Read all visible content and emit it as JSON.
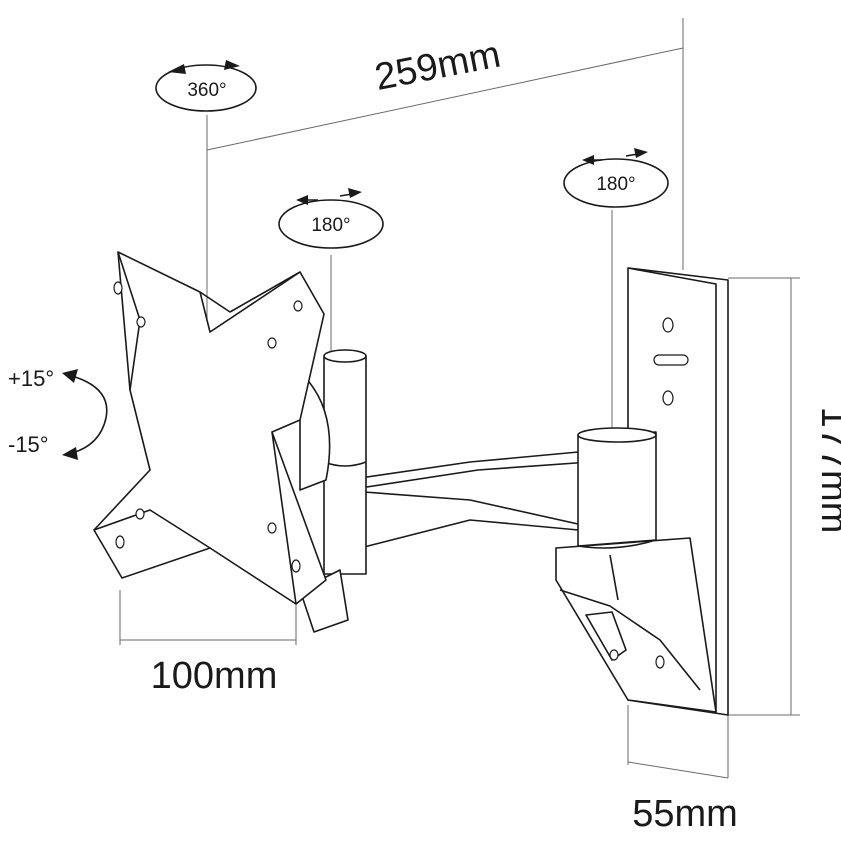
{
  "dimensions": {
    "depth": "259mm",
    "height": "177mm",
    "vesa": "100mm",
    "wall_plate": "55mm"
  },
  "rotations": {
    "plate_rotation": "360°",
    "arm_swivel": "180°",
    "wall_swivel": "180°"
  },
  "tilt": {
    "up": "+15°",
    "down": "-15°"
  }
}
